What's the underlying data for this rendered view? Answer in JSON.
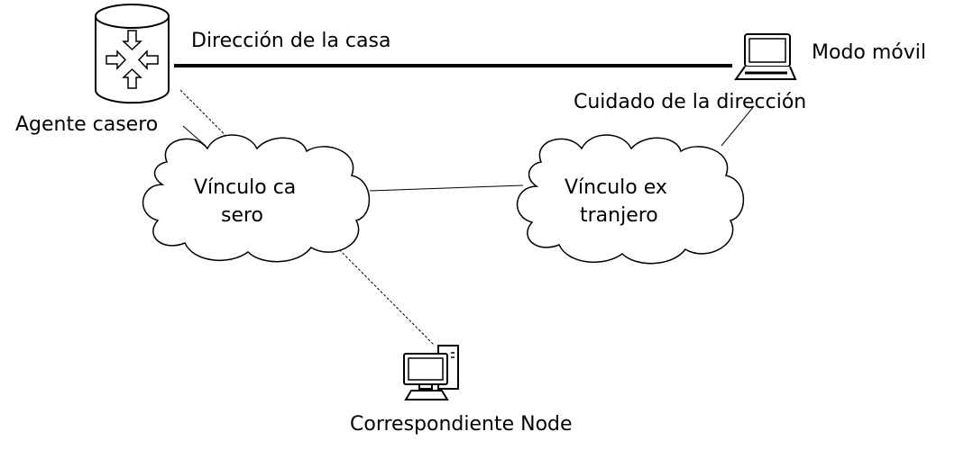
{
  "labels": {
    "home_address": "Dirección de la casa",
    "mobile_mode": "Modo móvil",
    "care_of_address": "Cuidado de la dirección",
    "home_agent": "Agente casero",
    "home_link_line1": "Vínculo ca",
    "home_link_line2": "sero",
    "foreign_link_line1": "Vínculo ex",
    "foreign_link_line2": "tranjero",
    "correspondent_node": "Correspondiente Node"
  }
}
